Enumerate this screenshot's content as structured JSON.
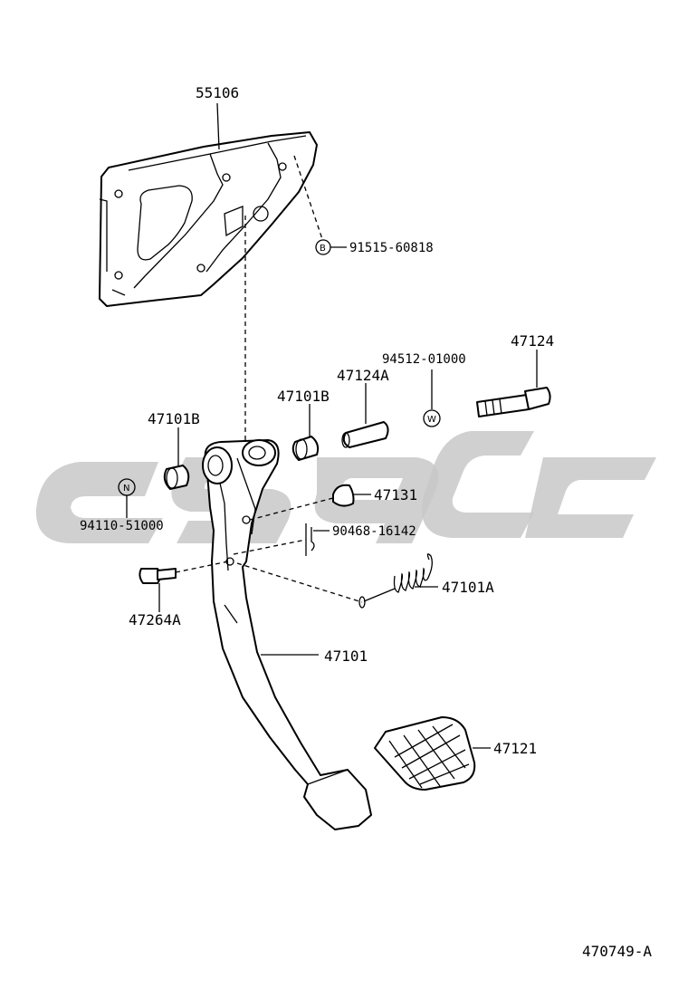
{
  "diagram": {
    "ref_code": "470749-A",
    "parts": [
      {
        "id": "bracket",
        "label": "55106"
      },
      {
        "id": "bracket-bolt",
        "label": "91515-60818",
        "mark": "B"
      },
      {
        "id": "pin-47124",
        "label": "47124"
      },
      {
        "id": "washer",
        "label": "94512-01000",
        "mark": "W"
      },
      {
        "id": "collar",
        "label": "47124A"
      },
      {
        "id": "bushing-right",
        "label": "47101B"
      },
      {
        "id": "bushing-left",
        "label": "47101B"
      },
      {
        "id": "nut",
        "label": "94110-51000",
        "mark": "N"
      },
      {
        "id": "cushion",
        "label": "47131"
      },
      {
        "id": "clip",
        "label": "90468-16142"
      },
      {
        "id": "spring",
        "label": "47101A"
      },
      {
        "id": "bolt",
        "label": "47264A"
      },
      {
        "id": "pedal-arm",
        "label": "47101"
      },
      {
        "id": "pedal-pad",
        "label": "47121"
      }
    ]
  }
}
